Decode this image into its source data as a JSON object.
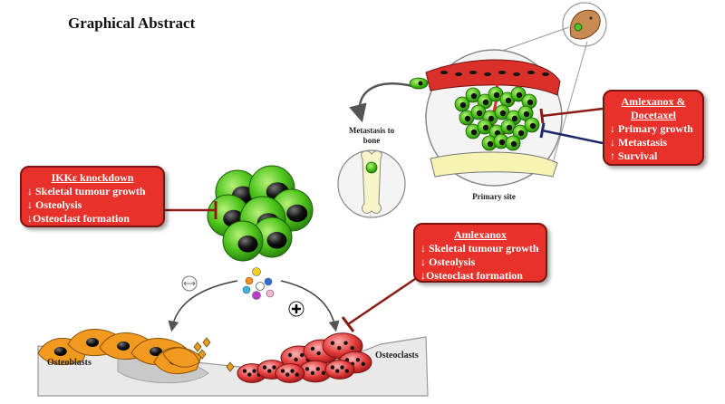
{
  "title": "Graphical Abstract",
  "labels": {
    "metastasis": [
      "Metastasis to",
      "bone"
    ],
    "primary_site": "Primary site",
    "osteoblasts": "Osteoblasts",
    "osteoclasts": "Osteoclasts"
  },
  "boxes": {
    "ikk": {
      "heading": "IKKε knockdown",
      "items": [
        "↓ Skeletal tumour growth",
        "↓ Osteolysis",
        "↓Osteoclast formation"
      ]
    },
    "amlexanox_docetaxel": {
      "heading": [
        "Amlexanox &",
        "Docetaxel"
      ],
      "items": [
        "↓ Primary growth",
        "↓ Metastasis",
        "↑ Survival"
      ]
    },
    "amlexanox": {
      "heading": "Amlexanox",
      "items": [
        "↓ Skeletal tumour growth",
        "↓ Osteolysis",
        "↓Osteoclast formation"
      ]
    }
  },
  "colors": {
    "box_fill": "#e8312a",
    "inhibit_line": "#8b1a14",
    "tumour_cell": "#4cc41a",
    "osteoblast": "#f29a1f",
    "osteoclast": "#e23a3a"
  }
}
